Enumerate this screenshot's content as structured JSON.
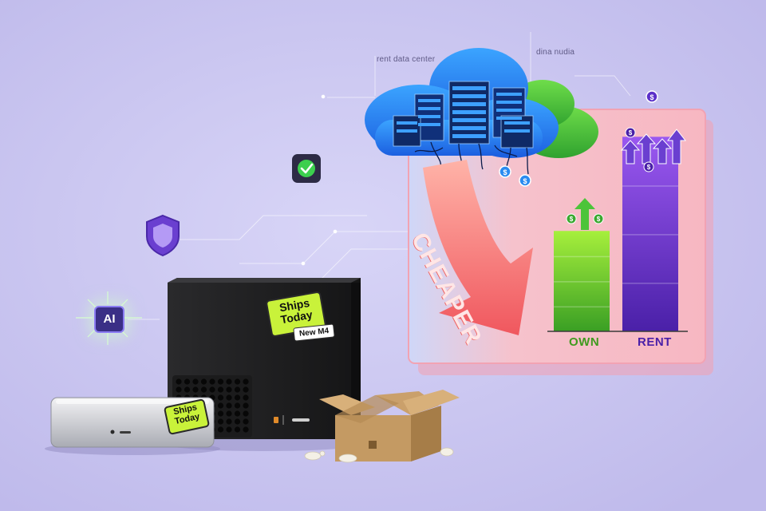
{
  "labels": {
    "rent_data_center": "rent data center",
    "cloud_brand": "dina nudia",
    "cheaper": "CHEAPER",
    "ai_chip": "AI"
  },
  "stickers": {
    "tower_ships_today": "Ships Today",
    "tower_new_m4": "New M4",
    "mini_ships_today": "Ships Today"
  },
  "chart_data": {
    "type": "bar",
    "categories": [
      "OWN",
      "RENT"
    ],
    "values": [
      0.48,
      0.93
    ],
    "series_colors": [
      "#5fc72c",
      "#7b3fd6"
    ]
  },
  "colors": {
    "background": "#c8c4ef",
    "panel": "#f6b0c0",
    "cloud_blue": "#2a8bf0",
    "cloud_green": "#4cc43a",
    "arrow": "#f36f72",
    "sticker": "#c9f23a",
    "shield": "#6a3fd0",
    "check": "#3ccf4e"
  },
  "icons": [
    "check-icon",
    "shield-icon",
    "ai-chip-icon",
    "dollar-coin-icon",
    "server-rack-icon",
    "cloud-icon",
    "cardboard-box-icon"
  ]
}
